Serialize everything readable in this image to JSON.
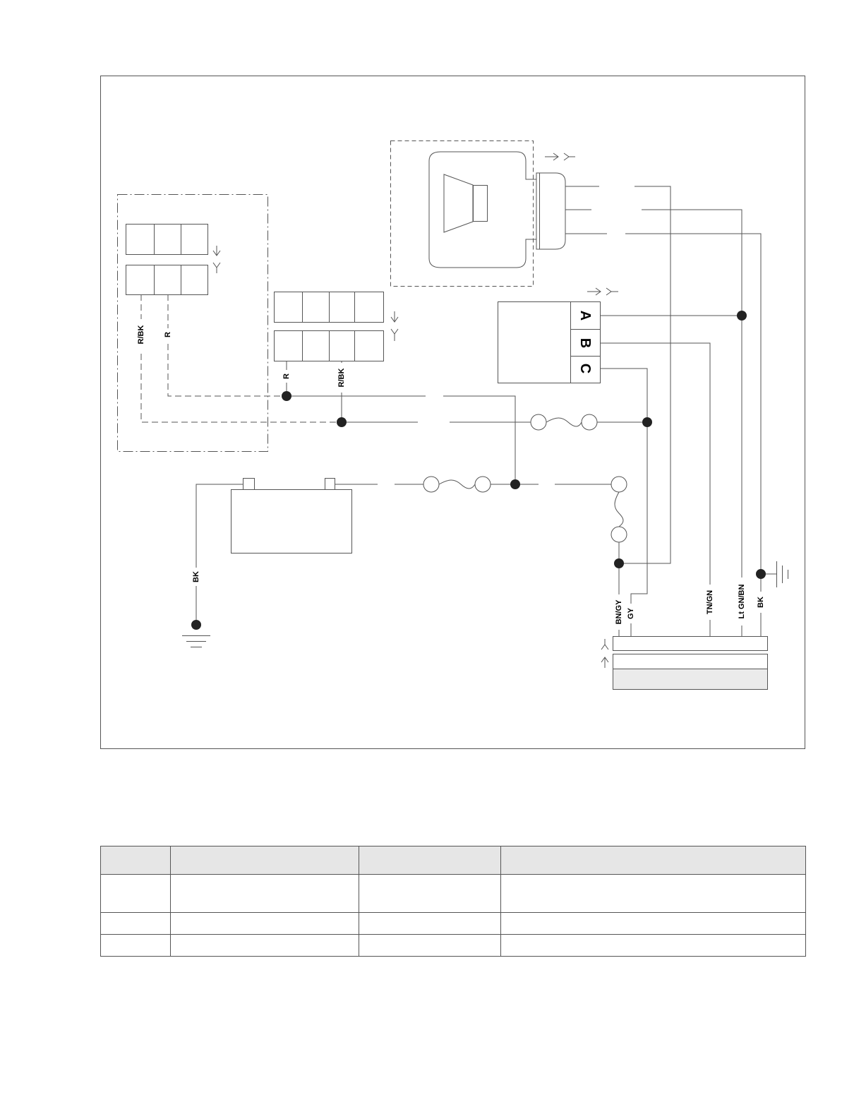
{
  "wire_labels": {
    "switch_r_bk": "R/BK",
    "switch_r": "R",
    "conn_r": "R",
    "conn_r_bk": "R/BK",
    "battery_bk": "BK",
    "bn_gy": "BN/GY",
    "gy": "GY",
    "tn_gn": "TN/GN",
    "lt_gn_bn": "Lt GN/BN",
    "bk": "BK"
  },
  "terminal_labels": [
    "A",
    "B",
    "C"
  ],
  "legend_table": {
    "headers": [
      "",
      "",
      "",
      ""
    ],
    "rows": [
      [
        "",
        "",
        "",
        ""
      ],
      [
        "",
        "",
        "",
        ""
      ],
      [
        "",
        "",
        "",
        ""
      ]
    ]
  }
}
